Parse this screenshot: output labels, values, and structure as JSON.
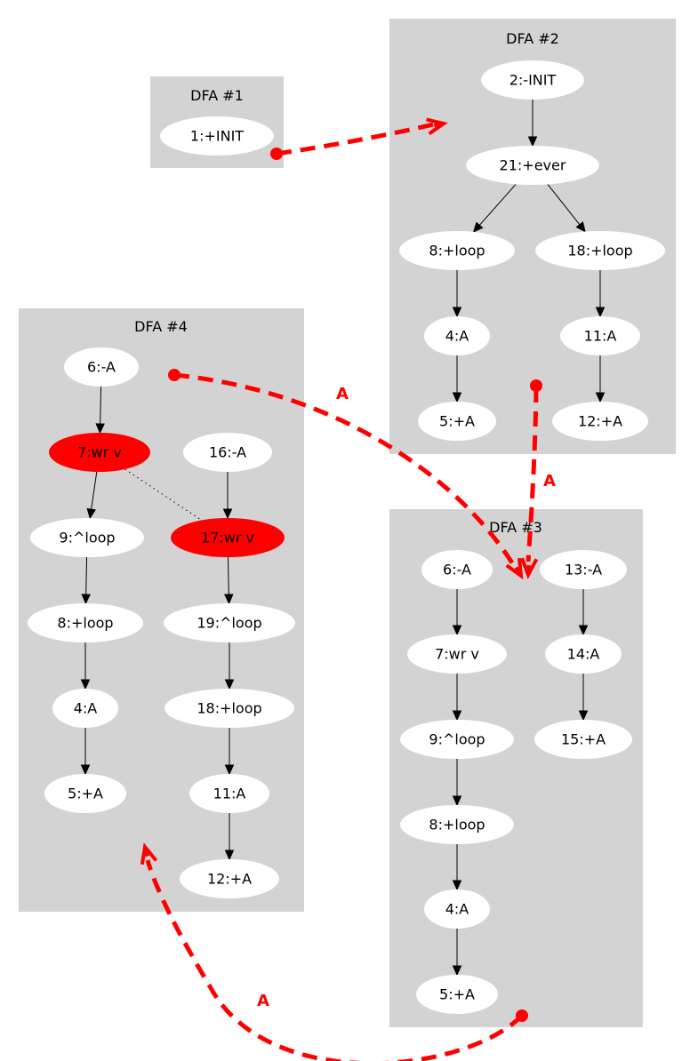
{
  "colors": {
    "cluster": "#d3d3d3",
    "node": "#ffffff",
    "highlight": "#ff0000",
    "transition": "#ff0000",
    "edge": "#000000"
  },
  "clusters": [
    {
      "id": "dfa1",
      "label": "DFA #1"
    },
    {
      "id": "dfa2",
      "label": "DFA #2"
    },
    {
      "id": "dfa3",
      "label": "DFA #3"
    },
    {
      "id": "dfa4",
      "label": "DFA #4"
    }
  ],
  "nodes": [
    {
      "id": "d1_n1",
      "cluster": "dfa1",
      "label": "1:+INIT"
    },
    {
      "id": "d2_n2",
      "cluster": "dfa2",
      "label": "2:-INIT"
    },
    {
      "id": "d2_n21",
      "cluster": "dfa2",
      "label": "21:+ever"
    },
    {
      "id": "d2_n8",
      "cluster": "dfa2",
      "label": "8:+loop"
    },
    {
      "id": "d2_n18",
      "cluster": "dfa2",
      "label": "18:+loop"
    },
    {
      "id": "d2_n4",
      "cluster": "dfa2",
      "label": "4:A"
    },
    {
      "id": "d2_n11",
      "cluster": "dfa2",
      "label": "11:A"
    },
    {
      "id": "d2_n5",
      "cluster": "dfa2",
      "label": "5:+A"
    },
    {
      "id": "d2_n12",
      "cluster": "dfa2",
      "label": "12:+A"
    },
    {
      "id": "d3_n6",
      "cluster": "dfa3",
      "label": "6:-A"
    },
    {
      "id": "d3_n7",
      "cluster": "dfa3",
      "label": "7:wr v"
    },
    {
      "id": "d3_n9",
      "cluster": "dfa3",
      "label": "9:^loop"
    },
    {
      "id": "d3_n8",
      "cluster": "dfa3",
      "label": "8:+loop"
    },
    {
      "id": "d3_n4",
      "cluster": "dfa3",
      "label": "4:A"
    },
    {
      "id": "d3_n5",
      "cluster": "dfa3",
      "label": "5:+A"
    },
    {
      "id": "d3_n13",
      "cluster": "dfa3",
      "label": "13:-A"
    },
    {
      "id": "d3_n14",
      "cluster": "dfa3",
      "label": "14:A"
    },
    {
      "id": "d3_n15",
      "cluster": "dfa3",
      "label": "15:+A"
    },
    {
      "id": "d4_n6",
      "cluster": "dfa4",
      "label": "6:-A"
    },
    {
      "id": "d4_n7",
      "cluster": "dfa4",
      "label": "7:wr v",
      "highlight": true
    },
    {
      "id": "d4_n9",
      "cluster": "dfa4",
      "label": "9:^loop"
    },
    {
      "id": "d4_n8",
      "cluster": "dfa4",
      "label": "8:+loop"
    },
    {
      "id": "d4_n4",
      "cluster": "dfa4",
      "label": "4:A"
    },
    {
      "id": "d4_n5",
      "cluster": "dfa4",
      "label": "5:+A"
    },
    {
      "id": "d4_n16",
      "cluster": "dfa4",
      "label": "16:-A"
    },
    {
      "id": "d4_n17",
      "cluster": "dfa4",
      "label": "17:wr v",
      "highlight": true
    },
    {
      "id": "d4_n19",
      "cluster": "dfa4",
      "label": "19:^loop"
    },
    {
      "id": "d4_n18",
      "cluster": "dfa4",
      "label": "18:+loop"
    },
    {
      "id": "d4_n11",
      "cluster": "dfa4",
      "label": "11:A"
    },
    {
      "id": "d4_n12",
      "cluster": "dfa4",
      "label": "12:+A"
    }
  ],
  "edges": [
    {
      "from": "d2_n2",
      "to": "d2_n21"
    },
    {
      "from": "d2_n21",
      "to": "d2_n8"
    },
    {
      "from": "d2_n21",
      "to": "d2_n18"
    },
    {
      "from": "d2_n8",
      "to": "d2_n4"
    },
    {
      "from": "d2_n4",
      "to": "d2_n5"
    },
    {
      "from": "d2_n18",
      "to": "d2_n11"
    },
    {
      "from": "d2_n11",
      "to": "d2_n12"
    },
    {
      "from": "d3_n6",
      "to": "d3_n7"
    },
    {
      "from": "d3_n7",
      "to": "d3_n9"
    },
    {
      "from": "d3_n9",
      "to": "d3_n8"
    },
    {
      "from": "d3_n8",
      "to": "d3_n4"
    },
    {
      "from": "d3_n4",
      "to": "d3_n5"
    },
    {
      "from": "d3_n13",
      "to": "d3_n14"
    },
    {
      "from": "d3_n14",
      "to": "d3_n15"
    },
    {
      "from": "d4_n6",
      "to": "d4_n7"
    },
    {
      "from": "d4_n7",
      "to": "d4_n9"
    },
    {
      "from": "d4_n9",
      "to": "d4_n8"
    },
    {
      "from": "d4_n8",
      "to": "d4_n4"
    },
    {
      "from": "d4_n4",
      "to": "d4_n5"
    },
    {
      "from": "d4_n16",
      "to": "d4_n17"
    },
    {
      "from": "d4_n17",
      "to": "d4_n19"
    },
    {
      "from": "d4_n19",
      "to": "d4_n18"
    },
    {
      "from": "d4_n18",
      "to": "d4_n11"
    },
    {
      "from": "d4_n11",
      "to": "d4_n12"
    }
  ],
  "links": [
    {
      "from": "d4_n7",
      "to": "d4_n17",
      "style": "dotted"
    }
  ],
  "transitions": [
    {
      "id": "t1",
      "from": "dfa1",
      "to": "dfa2",
      "label": ""
    },
    {
      "id": "t2",
      "from": "dfa2",
      "to": "dfa3",
      "label": "A"
    },
    {
      "id": "t3",
      "from": "dfa4",
      "to": "dfa3",
      "label": "A"
    },
    {
      "id": "t4",
      "from": "dfa3",
      "to": "dfa4",
      "label": "A"
    }
  ]
}
